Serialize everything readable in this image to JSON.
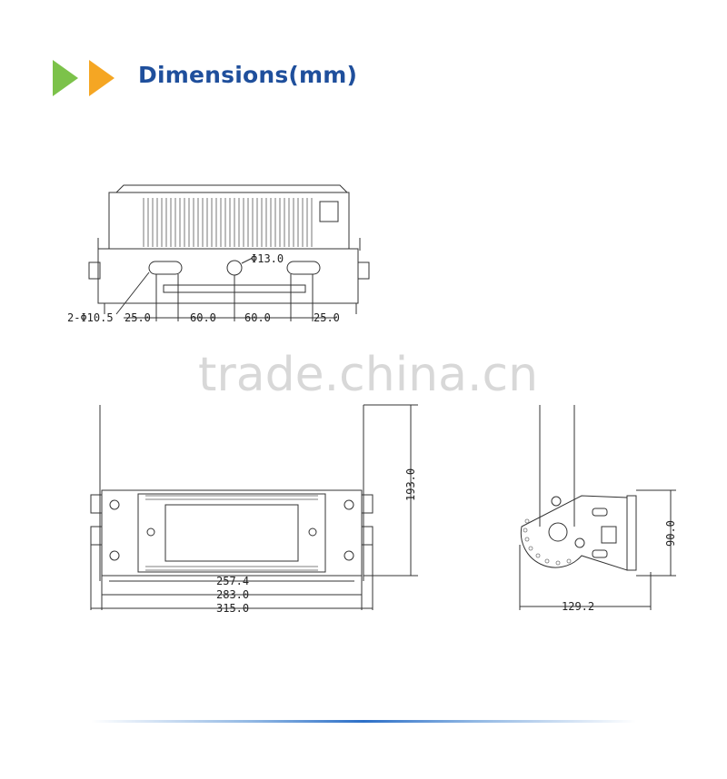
{
  "header": {
    "title": "Dimensions(mm)"
  },
  "colors": {
    "title": "#1f4f9c",
    "arrow_green": "#7cc24a",
    "arrow_orange": "#f5a623"
  },
  "icons": [
    "play-arrow-green-icon",
    "play-arrow-orange-icon"
  ],
  "top_view": {
    "hole_label": "Φ13.0",
    "slot_label": "2-Φ10.5",
    "spacing": [
      "25.0",
      "60.0",
      "60.0",
      "25.0"
    ]
  },
  "front_view": {
    "height_label": "193.0",
    "widths": [
      "257.4",
      "283.0",
      "315.0"
    ]
  },
  "side_view": {
    "height_label": "90.0",
    "width_label": "129.2"
  },
  "watermark": "trade.china.cn"
}
